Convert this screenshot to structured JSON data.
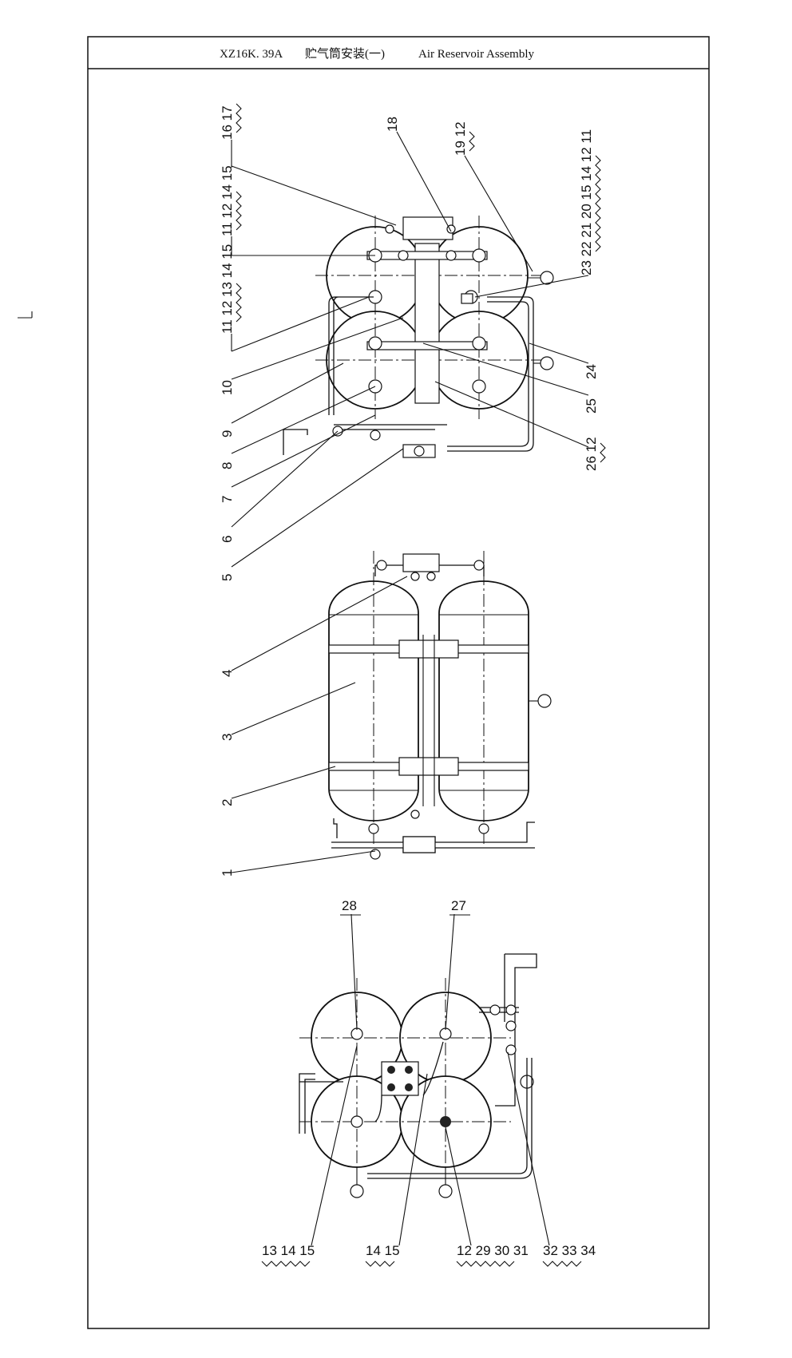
{
  "drawing": {
    "code": "XZ16K. 39A",
    "title_cn": "贮气筒安装(一)",
    "title_en": "Air Reservoir Assembly"
  },
  "callouts": {
    "top_view": [
      {
        "id": "c-16-17",
        "text": "16 17"
      },
      {
        "id": "c-18",
        "text": "18"
      },
      {
        "id": "c-19-12",
        "text": "19 12"
      },
      {
        "id": "c-11-12-14-15-a",
        "text": "11 12 14 15"
      },
      {
        "id": "c-23-22-21-20-15-14-12-11",
        "text": "23 22 21 20 15 14 12 11"
      },
      {
        "id": "c-11-12-13-14-15",
        "text": "11 12 13 14 15"
      },
      {
        "id": "c-10",
        "text": "10"
      },
      {
        "id": "c-9",
        "text": "9"
      },
      {
        "id": "c-8",
        "text": "8"
      },
      {
        "id": "c-7",
        "text": "7"
      },
      {
        "id": "c-6",
        "text": "6"
      },
      {
        "id": "c-5",
        "text": "5"
      },
      {
        "id": "c-24",
        "text": "24"
      },
      {
        "id": "c-25",
        "text": "25"
      },
      {
        "id": "c-26-12",
        "text": "26 12"
      }
    ],
    "side_view": [
      {
        "id": "c-4",
        "text": "4"
      },
      {
        "id": "c-3",
        "text": "3"
      },
      {
        "id": "c-2",
        "text": "2"
      },
      {
        "id": "c-1",
        "text": "1"
      }
    ],
    "end_view": [
      {
        "id": "c-28",
        "text": "28"
      },
      {
        "id": "c-27",
        "text": "27"
      },
      {
        "id": "c-13-14-15",
        "text": "13 14 15"
      },
      {
        "id": "c-14-15",
        "text": "14 15"
      },
      {
        "id": "c-12-29-30-31",
        "text": "12 29 30 31"
      },
      {
        "id": "c-32-33-34",
        "text": "32 33 34"
      }
    ]
  }
}
